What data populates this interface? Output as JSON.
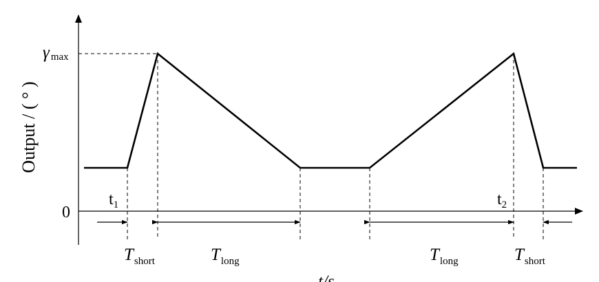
{
  "figure": {
    "y_axis_label": "Output / ( ° )",
    "x_axis_label": "t/s",
    "gamma_symbol": "γ",
    "gamma_subscript": "max",
    "zero_label": "0",
    "t1_letter": "t",
    "t1_sub": "1",
    "t2_letter": "t",
    "t2_sub": "2",
    "T_letter": "T",
    "short_sub": "short",
    "long_sub": "long"
  }
}
